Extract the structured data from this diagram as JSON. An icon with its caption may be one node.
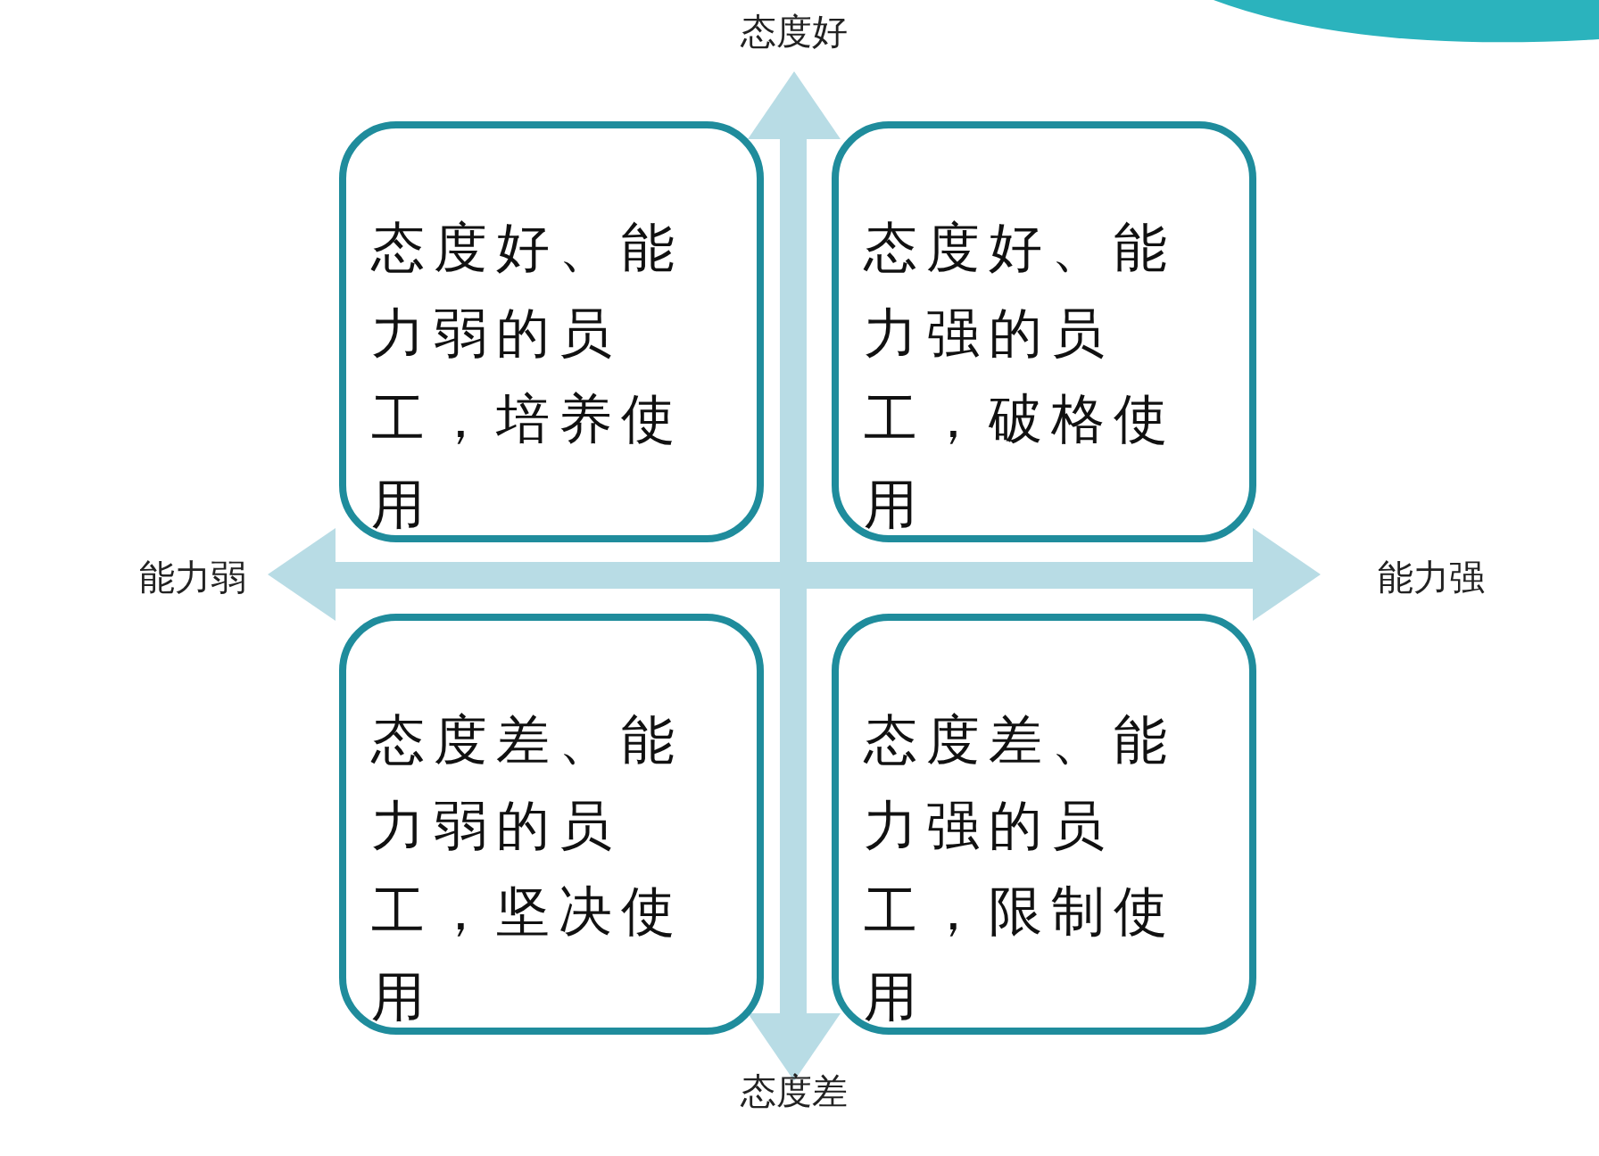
{
  "diagram": {
    "nodes": [
      {
        "text": [
          "态度好、能力弱的员工，培养使用"
        ]
      },
      {
        "text": [
          "态度好、能力强的员工，破格使用"
        ]
      },
      {
        "text": [
          "态度差、能力弱的员工，坚决使用"
        ]
      },
      {
        "text": [
          "态度差、能力强的员工，限制使用"
        ]
      }
    ],
    "edges": [],
    "labels": [
      "态度好",
      "能力弱",
      "能力强",
      "态度差"
    ]
  }
}
